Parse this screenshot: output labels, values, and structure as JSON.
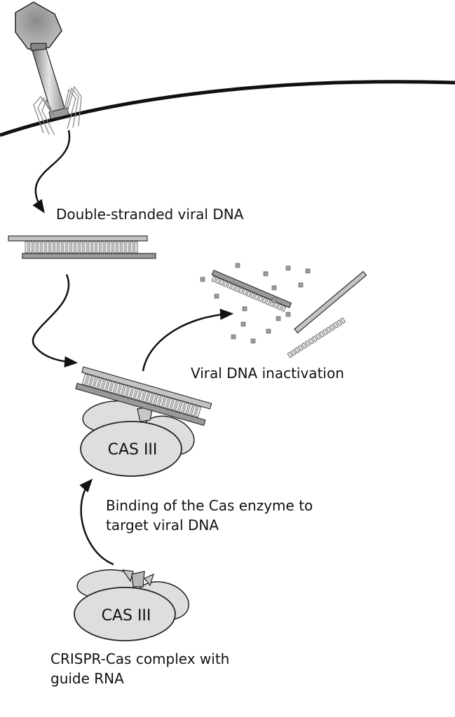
{
  "labels": {
    "dsdna": "Double-stranded viral DNA",
    "inactivation": "Viral DNA inactivation",
    "binding_line1": "Binding of the Cas enzyme to",
    "binding_line2": "target viral DNA",
    "complex_line1": "CRISPR-Cas complex with",
    "complex_line2": "guide RNA",
    "cas_bound": "CAS III",
    "cas_free": "CAS III"
  },
  "colors": {
    "stroke": "#1a1a1a",
    "strand_light": "#c4c4c4",
    "strand_dark": "#9a9a9a",
    "enzyme_fill": "#dedede",
    "fragment": "#9c9c9c"
  }
}
